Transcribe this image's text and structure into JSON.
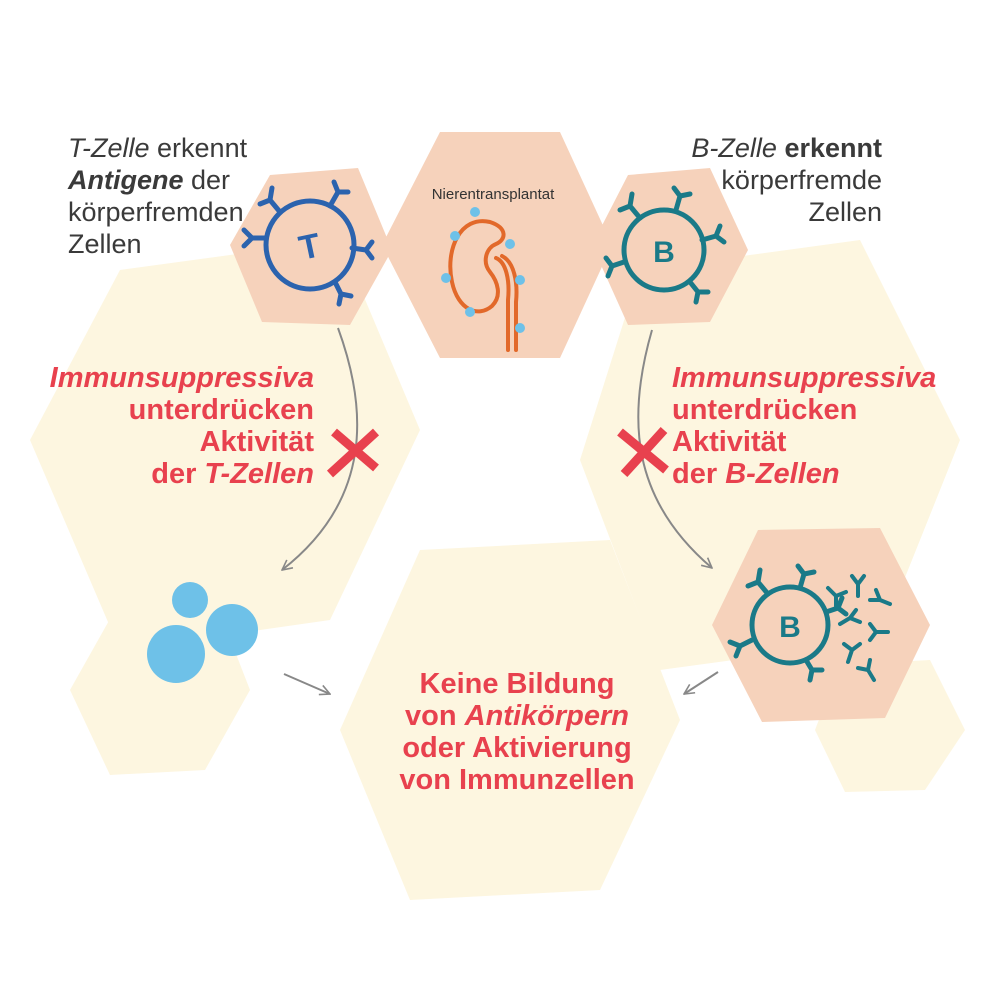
{
  "t_cell": {
    "line1_italic": "T-Zelle",
    "line1_rest": " erkennt",
    "line2_bold": "Antigene",
    "line2_rest": " der",
    "line3": "körperfremden",
    "line4": "Zellen",
    "letter": "T"
  },
  "b_cell": {
    "line1_italic": "B-Zelle",
    "line1_bold": " erkennt",
    "line2": "körperfremde",
    "line3": "Zellen",
    "letter": "B",
    "letter_active": "B"
  },
  "kidney": {
    "label": "Nierentransplantat"
  },
  "suppress_left": {
    "line1": "Immunsuppressiva",
    "line2": "unterdrücken",
    "line3": "Aktivität",
    "line4_prefix": "der ",
    "line4_italic": "T-Zellen"
  },
  "suppress_right": {
    "line1": "Immunsuppressiva",
    "line2": "unterdrücken",
    "line3": "Aktivität",
    "line4_prefix": "der ",
    "line4_italic": "B-Zellen"
  },
  "result": {
    "line1": "Keine Bildung",
    "line2_prefix": "von ",
    "line2_italic": "Antikörpern",
    "line3": "oder Aktivierung",
    "line4": "von Immunzellen"
  },
  "colors": {
    "hex_peach": "#f6d2bb",
    "hex_cream": "#fdf6e0",
    "t_cell_blue": "#2b63ae",
    "b_cell_teal": "#1a7a88",
    "kidney_orange": "#e2692a",
    "accent_red": "#e8414e",
    "dot_blue": "#6ec1e8",
    "arrow_gray": "#888888"
  }
}
